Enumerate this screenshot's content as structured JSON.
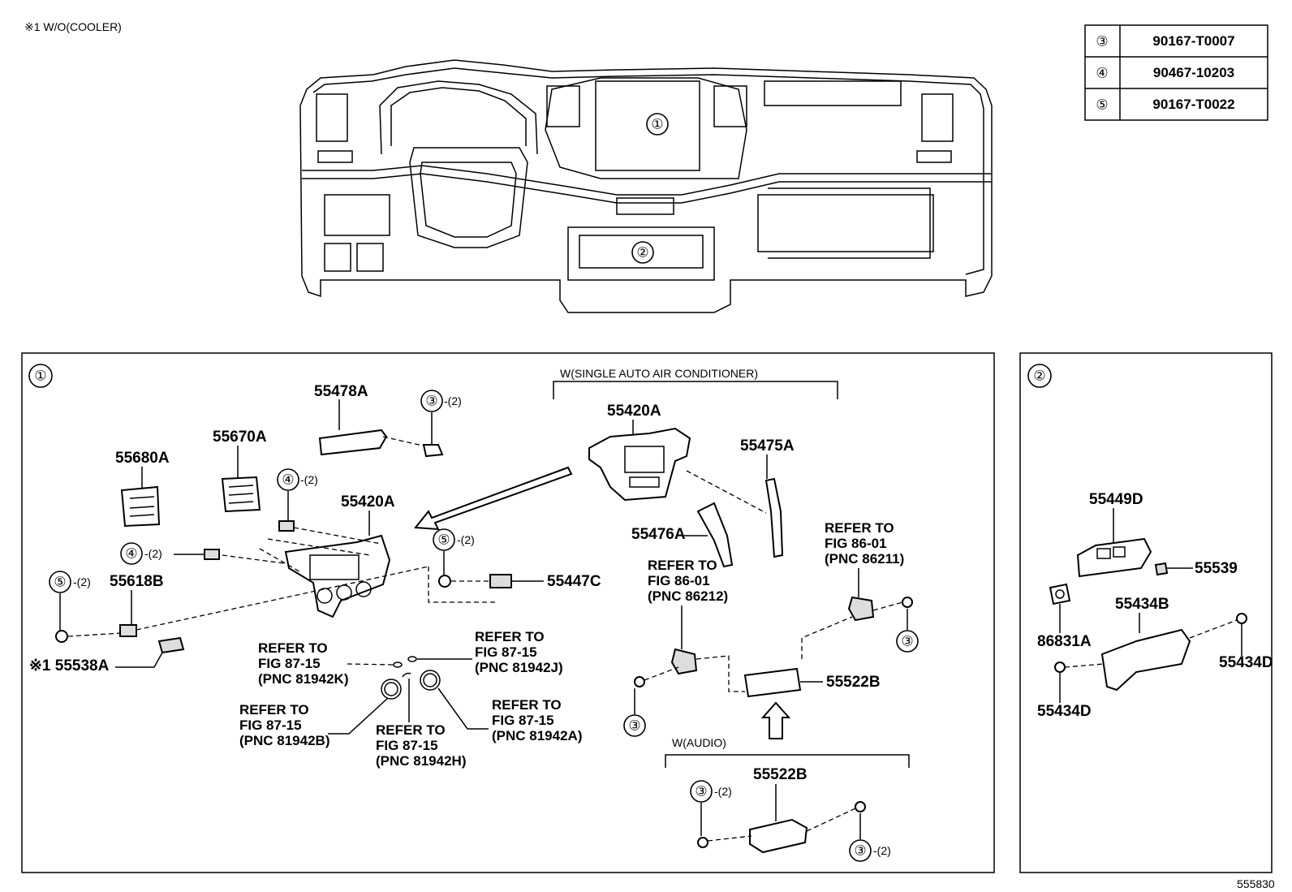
{
  "note": "※1 W/O(COOLER)",
  "legend": [
    {
      "num": "③",
      "part": "90167-T0007"
    },
    {
      "num": "④",
      "part": "90467-10203"
    },
    {
      "num": "⑤",
      "part": "90167-T0022"
    }
  ],
  "overview": {
    "callout1": "①",
    "callout2": "②"
  },
  "panel1": {
    "id": "①",
    "w_single_auto": "W(SINGLE AUTO AIR CONDITIONER)",
    "w_audio": "W(AUDIO)",
    "labels": {
      "p55478A": "55478A",
      "p55670A": "55670A",
      "p55680A": "55680A",
      "p55420A_left": "55420A",
      "p55420A_right": "55420A",
      "p55475A": "55475A",
      "p55476A": "55476A",
      "p55447C": "55447C",
      "p55618B": "55618B",
      "p55538A": "※1 55538A",
      "p55522B_a": "55522B",
      "p55522B_b": "55522B"
    },
    "qty": {
      "c3a": "③",
      "q3a": "-(2)",
      "c4a": "④",
      "q4a": "-(2)",
      "c4b": "④",
      "q4b": "-(2)",
      "c5a": "⑤",
      "q5a": "-(2)",
      "c5b": "⑤",
      "q5b": "-(2)",
      "c3b": "③",
      "c3c": "③",
      "c3d": "③",
      "q3d": "-(2)",
      "c3e": "③",
      "q3e": "-(2)"
    },
    "refs": {
      "r1": [
        "REFER TO",
        "FIG 87-15",
        "(PNC 81942K)"
      ],
      "r2": [
        "REFER TO",
        "FIG 87-15",
        "(PNC 81942J)"
      ],
      "r3": [
        "REFER TO",
        "FIG 87-15",
        "(PNC 81942B)"
      ],
      "r4": [
        "REFER TO",
        "FIG 87-15",
        "(PNC 81942H)"
      ],
      "r5": [
        "REFER TO",
        "FIG 87-15",
        "(PNC 81942A)"
      ],
      "r6": [
        "REFER TO",
        "FIG 86-01",
        "(PNC 86212)"
      ],
      "r7": [
        "REFER TO",
        "FIG 86-01",
        "(PNC 86211)"
      ]
    }
  },
  "panel2": {
    "id": "②",
    "labels": {
      "p55449D": "55449D",
      "p55539": "55539",
      "p55434B": "55434B",
      "p86831A": "86831A",
      "p55434D_a": "55434D",
      "p55434D_b": "55434D"
    }
  },
  "figure_number": "555830"
}
